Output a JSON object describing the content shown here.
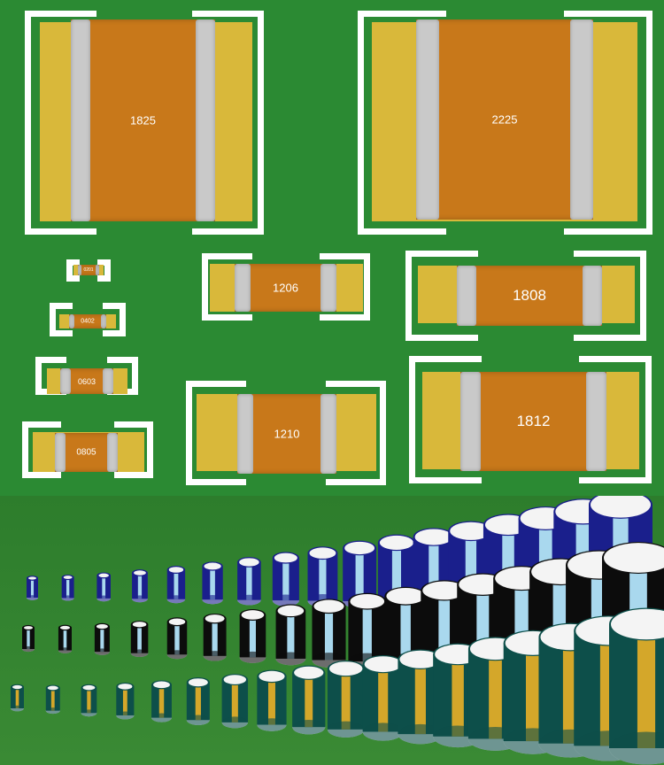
{
  "footprints": [
    {
      "id": "1825",
      "label": "1825"
    },
    {
      "id": "2225",
      "label": "2225"
    },
    {
      "id": "0201",
      "label": "0201"
    },
    {
      "id": "0402",
      "label": "0402"
    },
    {
      "id": "0603",
      "label": "0603"
    },
    {
      "id": "0805",
      "label": "0805"
    },
    {
      "id": "1206",
      "label": "1206"
    },
    {
      "id": "1808",
      "label": "1808"
    },
    {
      "id": "1210",
      "label": "1210"
    },
    {
      "id": "1812",
      "label": "1812"
    }
  ],
  "capacitor_rows": [
    {
      "name": "blue",
      "color": "#1a1f8c",
      "stripe": "#a9d8ee",
      "count": 17
    },
    {
      "name": "black",
      "color": "#0c0c0c",
      "stripe": "#a9d8ee",
      "count": 17
    },
    {
      "name": "teal",
      "color": "#0d4f4a",
      "stripe": "#d4a72a",
      "count": 18
    }
  ]
}
